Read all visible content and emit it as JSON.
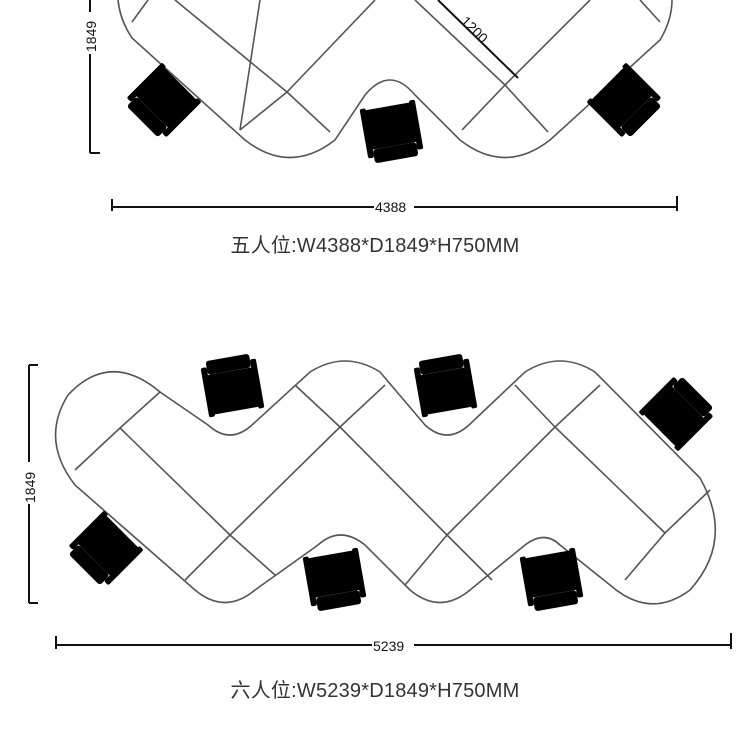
{
  "five_seat": {
    "dim_depth": "1849",
    "dim_width": "4388",
    "dim_module": "1200",
    "caption": "五人位:W4388*D1849*H750MM"
  },
  "six_seat": {
    "dim_depth": "1849",
    "dim_width": "5239",
    "caption": "六人位:W5239*D1849*H750MM"
  }
}
